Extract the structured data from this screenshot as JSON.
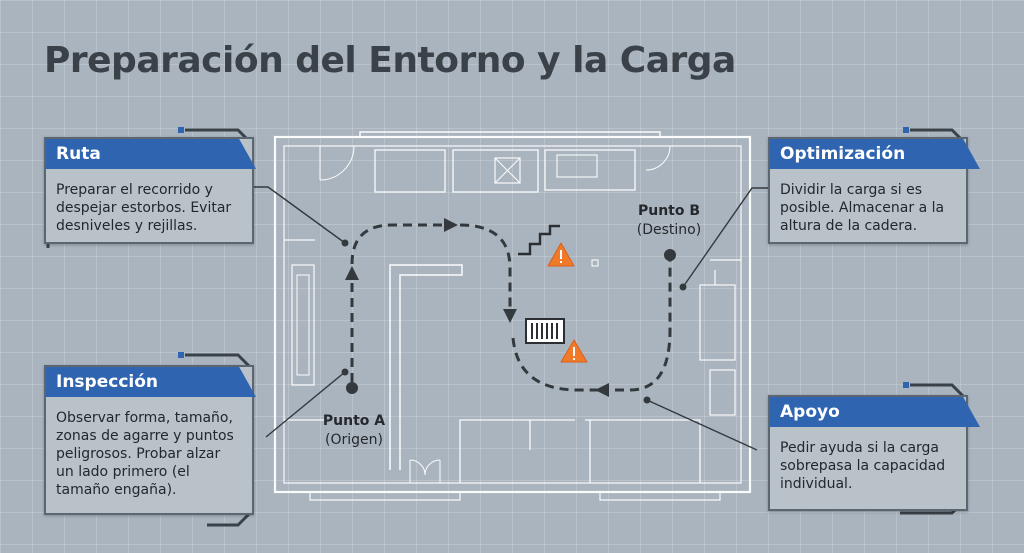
{
  "title": "Preparación del Entorno y la Carga",
  "cards": {
    "ruta": {
      "heading": "Ruta",
      "text": "Preparar el recorrido y despejar estorbos. Evitar desniveles y rejillas."
    },
    "inspeccion": {
      "heading": "Inspección",
      "text": "Observar forma, tamaño, zonas de agarre y puntos peligrosos. Probar alzar un lado primero (el tamaño engaña)."
    },
    "optimizacion": {
      "heading": "Optimización",
      "text": "Dividir la carga si es posible. Almacenar a la altura de la cadera."
    },
    "apoyo": {
      "heading": "Apoyo",
      "text": "Pedir ayuda si la carga sobrepasa la capacidad individual."
    }
  },
  "points": {
    "a": {
      "name": "Punto A",
      "sub": "(Origen)"
    },
    "b": {
      "name": "Punto B",
      "sub": "(Destino)"
    }
  },
  "colors": {
    "accent": "#2f65b0",
    "hazard": "#f07a2a",
    "path": "#34393e",
    "blueprint": "#ffffff"
  },
  "icons": [
    "warning-icon",
    "grate-icon",
    "stairs-icon"
  ]
}
